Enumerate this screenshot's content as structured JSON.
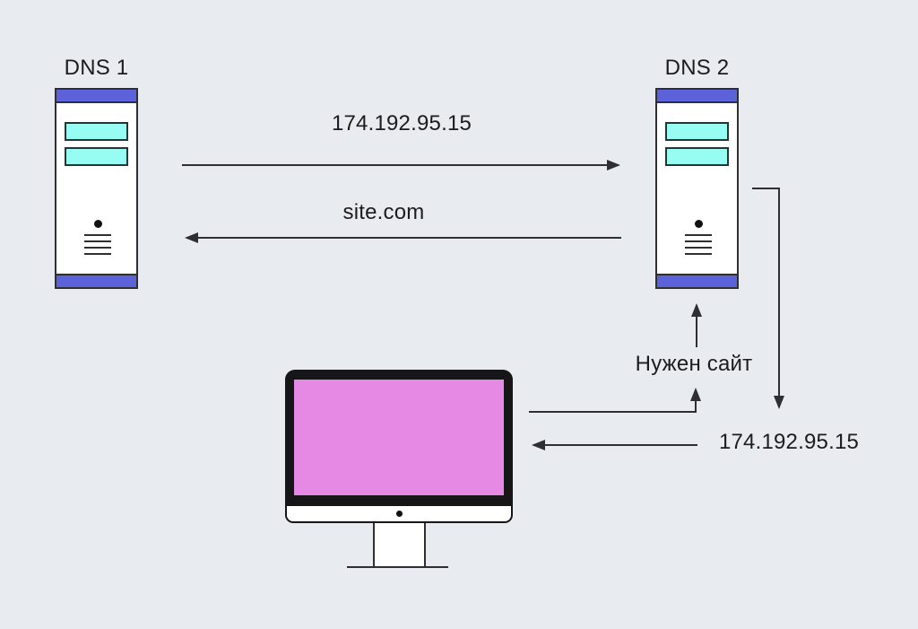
{
  "colors": {
    "background": "#E8EBEF",
    "line": "#2E2E33",
    "text": "#1C1C1F",
    "server_body": "#FFFFFF",
    "server_accent": "#5C63DA",
    "server_slot": "#97FCF2",
    "monitor_bezel": "#161618",
    "monitor_screen": "#E689E5",
    "monitor_chin": "#FFFFFF"
  },
  "icons": {
    "dns1": "server-tower-icon",
    "dns2": "server-tower-icon",
    "client": "desktop-monitor-icon"
  },
  "nodes": {
    "dns1_label": "DNS 1",
    "dns2_label": "DNS 2"
  },
  "edges": {
    "dns2_to_dns1_ip": "174.192.95.15",
    "dns1_to_dns2_site": "site.com",
    "client_to_dns2_request": "Нужен сайт",
    "dns2_to_client_ip": "174.192.95.15"
  }
}
